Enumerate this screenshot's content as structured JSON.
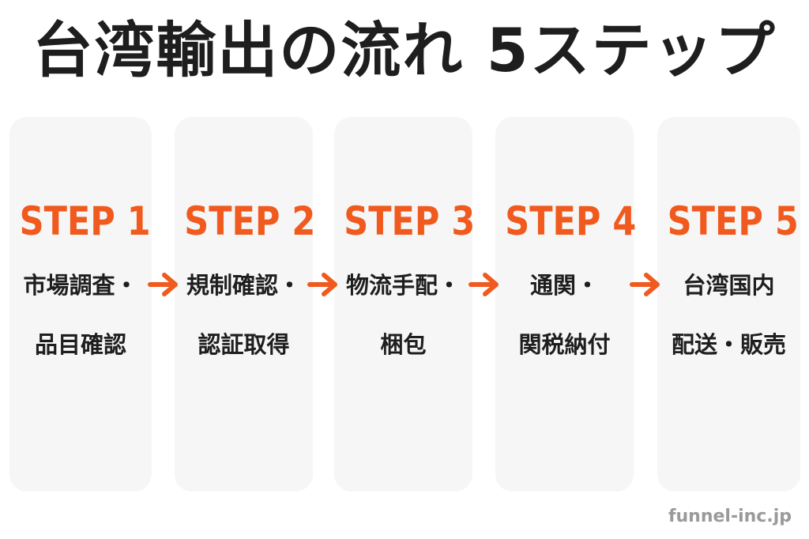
{
  "title": "台湾輸出の流れ 5ステップ",
  "steps": [
    {
      "label": "STEP 1",
      "line1": "市場調査・",
      "line2": "品目確認"
    },
    {
      "label": "STEP 2",
      "line1": "規制確認・",
      "line2": "認証取得"
    },
    {
      "label": "STEP 3",
      "line1": "物流手配・",
      "line2": "梱包"
    },
    {
      "label": "STEP 4",
      "line1": "通関・",
      "line2": "関税納付"
    },
    {
      "label": "STEP 5",
      "line1": "台湾国内",
      "line2": "配送・販売"
    }
  ],
  "footer": "funnel-inc.jp",
  "colors": {
    "accent": "#f05a1e",
    "text": "#1e1e1e",
    "card": "#f6f6f6",
    "footer": "#9a9a9a"
  },
  "icons": {
    "connector": "arrow-right-icon"
  }
}
